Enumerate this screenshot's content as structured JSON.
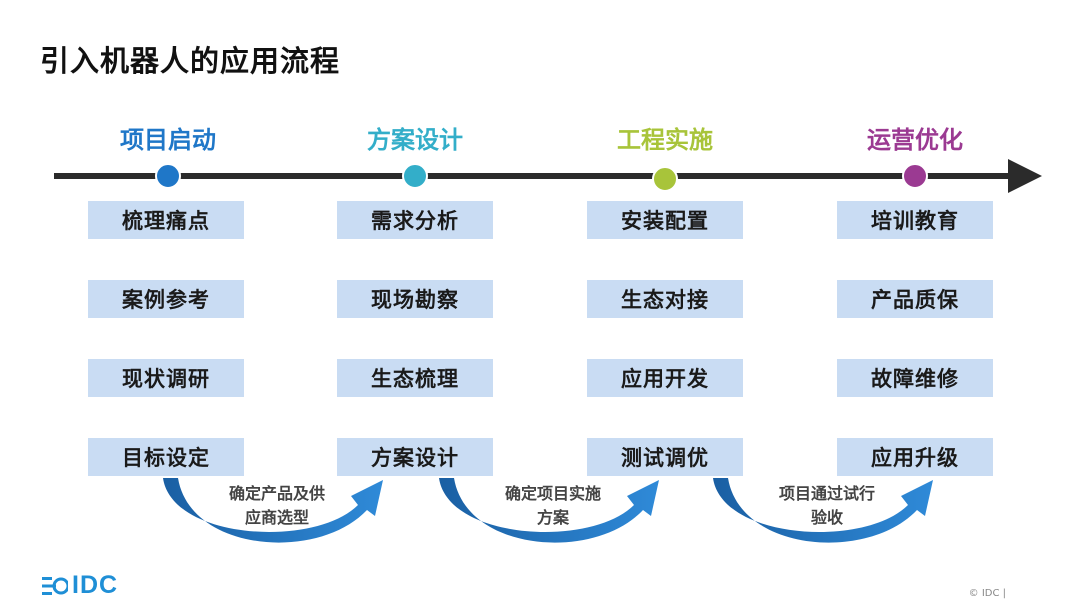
{
  "title": "引入机器人的应用流程",
  "phases": [
    {
      "title": "项目启动",
      "color": "#1f77c8",
      "items": [
        "梳理痛点",
        "案例参考",
        "现状调研",
        "目标设定"
      ]
    },
    {
      "title": "方案设计",
      "color": "#33aec9",
      "items": [
        "需求分析",
        "现场勘察",
        "生态梳理",
        "方案设计"
      ]
    },
    {
      "title": "工程实施",
      "color": "#a8c43a",
      "items": [
        "安装配置",
        "生态对接",
        "应用开发",
        "测试调优"
      ]
    },
    {
      "title": "运营优化",
      "color": "#9b3a92",
      "items": [
        "培训教育",
        "产品质保",
        "故障维修",
        "应用升级"
      ]
    }
  ],
  "transitions": [
    {
      "line1": "确定产品及供",
      "line2": "应商选型"
    },
    {
      "line1": "确定项目实施",
      "line2": "方案"
    },
    {
      "line1": "项目通过试行",
      "line2": "验收"
    }
  ],
  "logo": {
    "text": "IDC",
    "icon": "idc-logo-icon",
    "color": "#1f8fd6"
  },
  "copyright": "© IDC |",
  "colors": {
    "box_fill": "#c9dcf3",
    "timeline": "#2b2b2b",
    "curve_arrow": "#1f6fb8"
  }
}
